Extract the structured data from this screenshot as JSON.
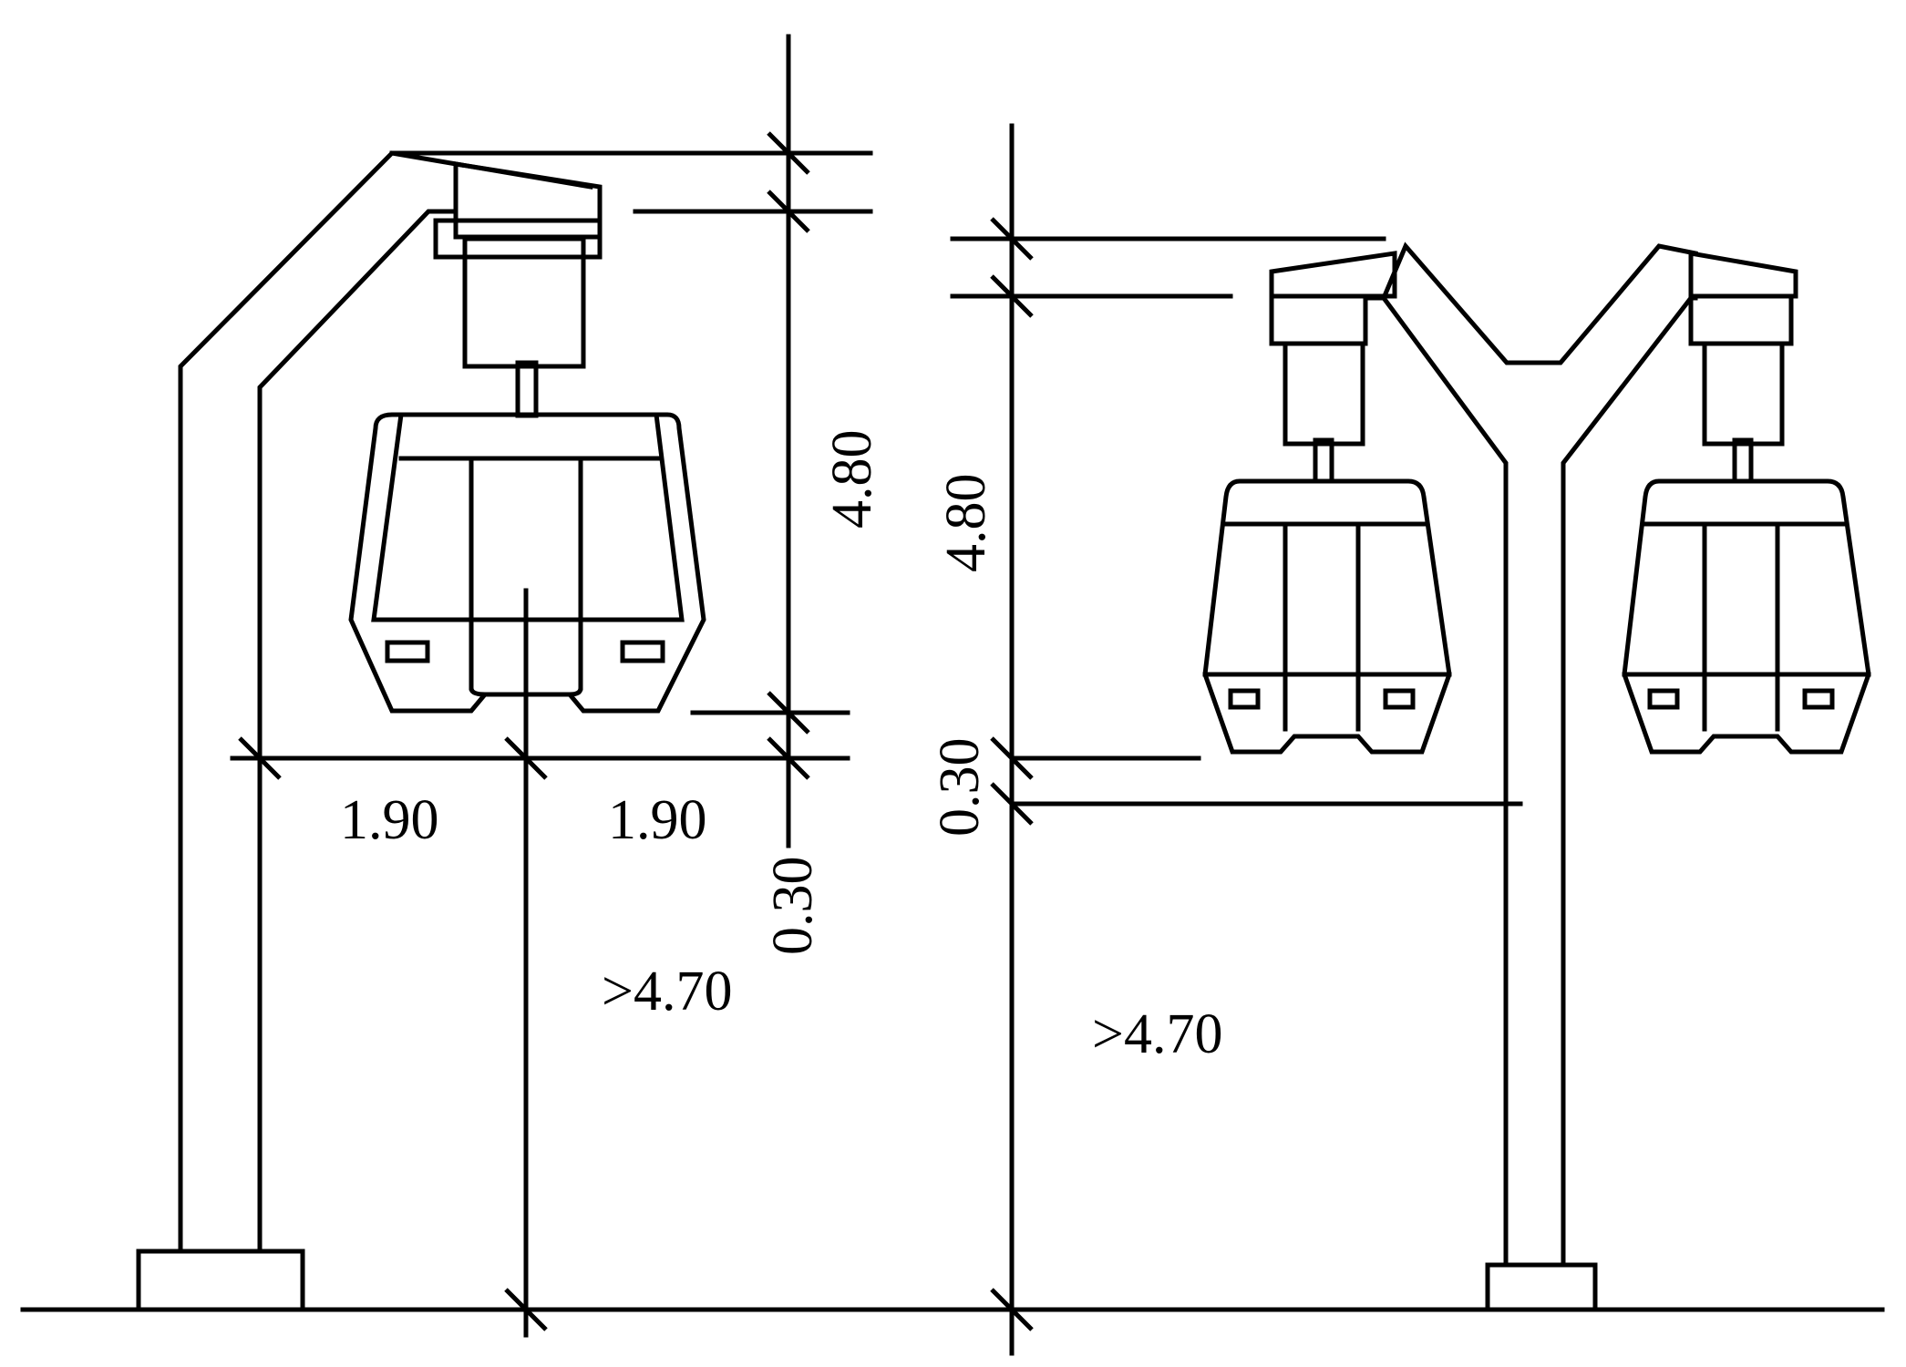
{
  "dimensions": {
    "left_half_width_left": "1.90",
    "left_half_width_right": "1.90",
    "left_vehicle_height": "4.80",
    "left_bottom_gap": "0.30",
    "left_clearance": ">4.70",
    "right_vehicle_height": "4.80",
    "right_bottom_gap": "0.30",
    "right_clearance": ">4.70"
  }
}
